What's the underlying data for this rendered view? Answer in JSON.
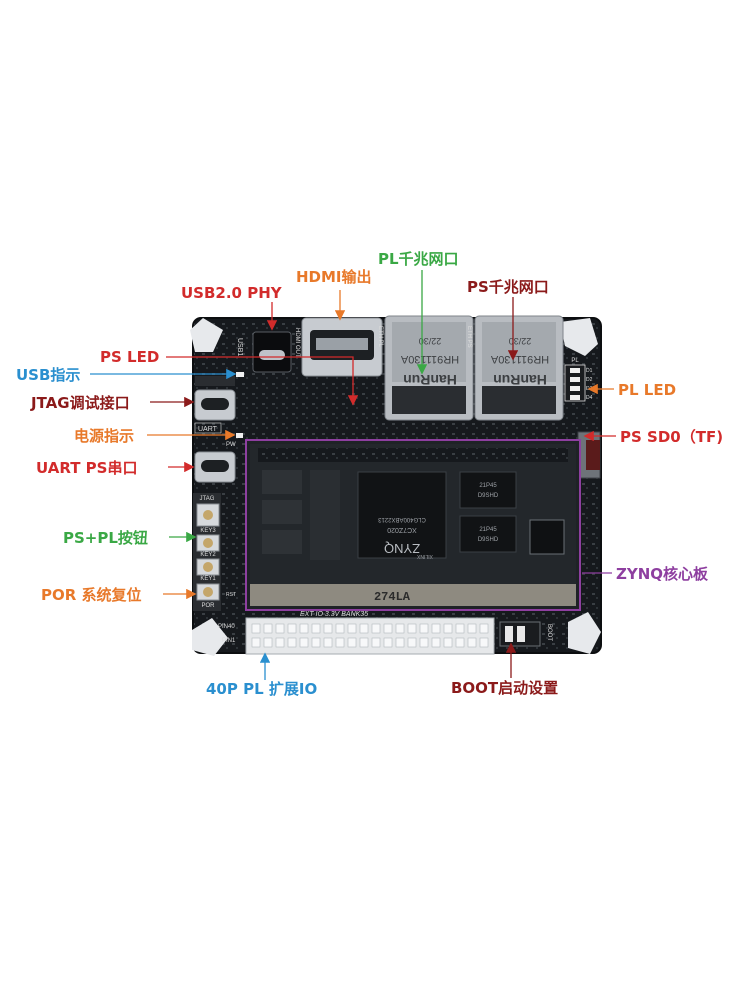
{
  "colors": {
    "red": "#d22b2b",
    "dark_red": "#8b1a1a",
    "orange": "#e8792a",
    "green": "#3aa845",
    "blue": "#2a8fcf",
    "purple": "#8e3fa0",
    "board": "#16191d"
  },
  "callouts": {
    "usb_phy": "USB2.0 PHY",
    "hdmi_out": "HDMI输出",
    "pl_gige": "PL千兆网口",
    "ps_gige": "PS千兆网口",
    "ps_led": "PS LED",
    "usb_indicator": "USB指示",
    "jtag": "JTAG调试接口",
    "power_indicator": "电源指示",
    "uart_ps": "UART PS串口",
    "pl_led": "PL LED",
    "ps_sd0": "PS SD0（TF)",
    "ps_pl_keys": "PS+PL按钮",
    "por_reset": "POR 系统复位",
    "zynq_core": "ZYNQ核心板",
    "pl_40pin_io": "40P PL 扩展IO",
    "boot_config": "BOOT启动设置"
  },
  "silkscreen": {
    "usb1": "USB1",
    "hdmi_out": "HDMI OUT",
    "eth_pl": "ETH PL",
    "eth_ps": "ETH PS",
    "jack_model": "HR911130A",
    "jack_brand": "HanRun",
    "jack_date": "22/30",
    "uart": "UART",
    "pw": "PW",
    "key3": "KEY3",
    "key2": "KEY2",
    "key1": "KEY1",
    "por": "POR",
    "rst": "RST",
    "pl": "PL",
    "d1": "D1",
    "d2": "D2",
    "d3": "D3",
    "d4": "D4",
    "ext_io": "EXT IO 3.3V BANK35",
    "pin40": "PIN40",
    "pin1": "PIN1",
    "boot": "BOOT",
    "core_label": "274LA",
    "zynq_brand": "ZYNQ",
    "xilinx": "XILINX",
    "chip_part": "XC7Z020",
    "chip_code": "CLG400ABX2213",
    "dram_code": "21P45",
    "dram_part": "D9SHD",
    "jtag": "JTAG"
  }
}
